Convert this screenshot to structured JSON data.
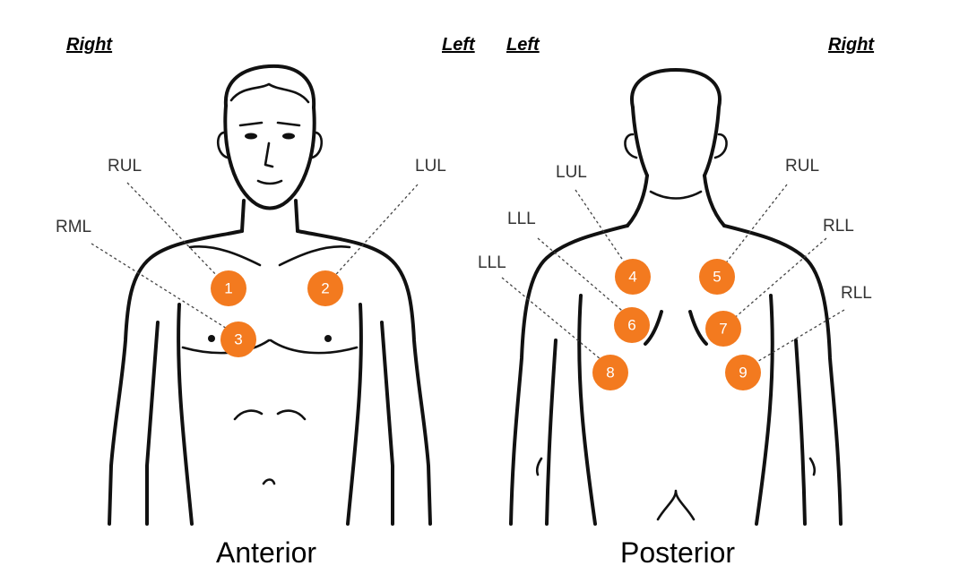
{
  "anterior": {
    "caption": "Anterior",
    "side_left_label": "Right",
    "side_right_label": "Left",
    "regions": [
      {
        "name": "RUL",
        "number": "1"
      },
      {
        "name": "LUL",
        "number": "2"
      },
      {
        "name": "RML",
        "number": "3"
      }
    ]
  },
  "posterior": {
    "caption": "Posterior",
    "side_left_label": "Left",
    "side_right_label": "Right",
    "regions": [
      {
        "name": "LUL",
        "number": "4"
      },
      {
        "name": "RUL",
        "number": "5"
      },
      {
        "name": "LLL",
        "number": "6"
      },
      {
        "name": "RLL",
        "number": "7"
      },
      {
        "name": "LLL",
        "number": "8"
      },
      {
        "name": "RLL",
        "number": "9"
      }
    ]
  },
  "colors": {
    "marker": "#f37a1f",
    "outline": "#111111",
    "leader": "#444444"
  }
}
